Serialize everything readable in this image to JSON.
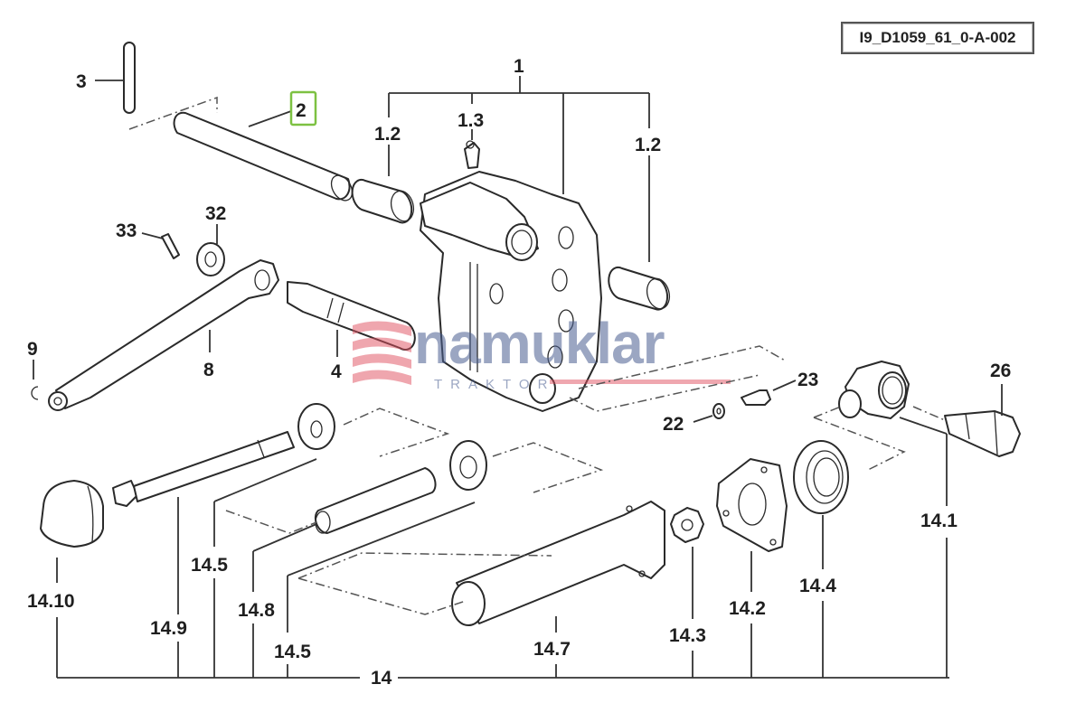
{
  "diagram": {
    "reference_code": "I9_D1059_61_0-A-002",
    "highlighted_part": "2",
    "highlight_color": "#7dc142",
    "watermark": {
      "brand": "namuklar",
      "subtitle": "TRAKTOR",
      "brand_color": "#4a5f92",
      "accent_color": "#e05060"
    },
    "callouts": [
      {
        "id": "1",
        "label": "1"
      },
      {
        "id": "1.2a",
        "label": "1.2"
      },
      {
        "id": "1.3",
        "label": "1.3"
      },
      {
        "id": "1.2b",
        "label": "1.2"
      },
      {
        "id": "2",
        "label": "2"
      },
      {
        "id": "3",
        "label": "3"
      },
      {
        "id": "4",
        "label": "4"
      },
      {
        "id": "8",
        "label": "8"
      },
      {
        "id": "9",
        "label": "9"
      },
      {
        "id": "22",
        "label": "22"
      },
      {
        "id": "23",
        "label": "23"
      },
      {
        "id": "26",
        "label": "26"
      },
      {
        "id": "32",
        "label": "32"
      },
      {
        "id": "33",
        "label": "33"
      },
      {
        "id": "14",
        "label": "14"
      },
      {
        "id": "14.1",
        "label": "14.1"
      },
      {
        "id": "14.2",
        "label": "14.2"
      },
      {
        "id": "14.3",
        "label": "14.3"
      },
      {
        "id": "14.4",
        "label": "14.4"
      },
      {
        "id": "14.5a",
        "label": "14.5"
      },
      {
        "id": "14.5b",
        "label": "14.5"
      },
      {
        "id": "14.7",
        "label": "14.7"
      },
      {
        "id": "14.8",
        "label": "14.8"
      },
      {
        "id": "14.9",
        "label": "14.9"
      },
      {
        "id": "14.10",
        "label": "14.10"
      }
    ]
  }
}
